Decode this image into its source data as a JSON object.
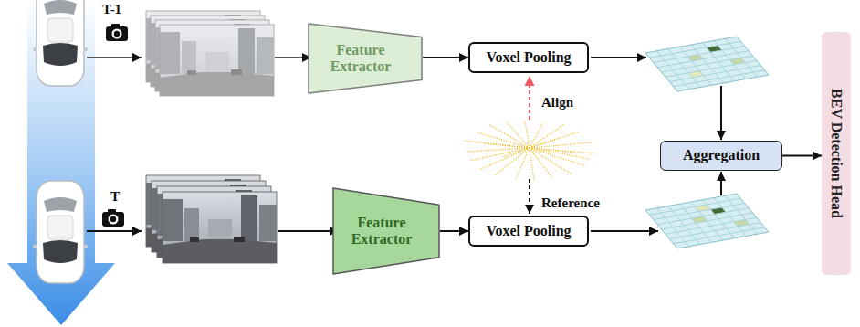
{
  "diagram": {
    "nodes": [
      {
        "text": [
          "Feature Extractor"
        ]
      },
      {
        "text": [
          "Voxel Pooling"
        ]
      },
      {
        "text": [
          "Feature Extractor"
        ]
      },
      {
        "text": [
          "Voxel Pooling"
        ]
      },
      {
        "text": [
          "Aggregation"
        ]
      },
      {
        "text": [
          "BEV Detection Head"
        ]
      }
    ],
    "edges": [
      {
        "from": 0,
        "to": 1,
        "arrow": "to"
      },
      {
        "from": 2,
        "to": 3,
        "arrow": "to"
      },
      {
        "from": 4,
        "to": 5,
        "arrow": "to"
      }
    ],
    "labels": [
      "T-1",
      "T",
      "Align",
      "Reference"
    ]
  }
}
